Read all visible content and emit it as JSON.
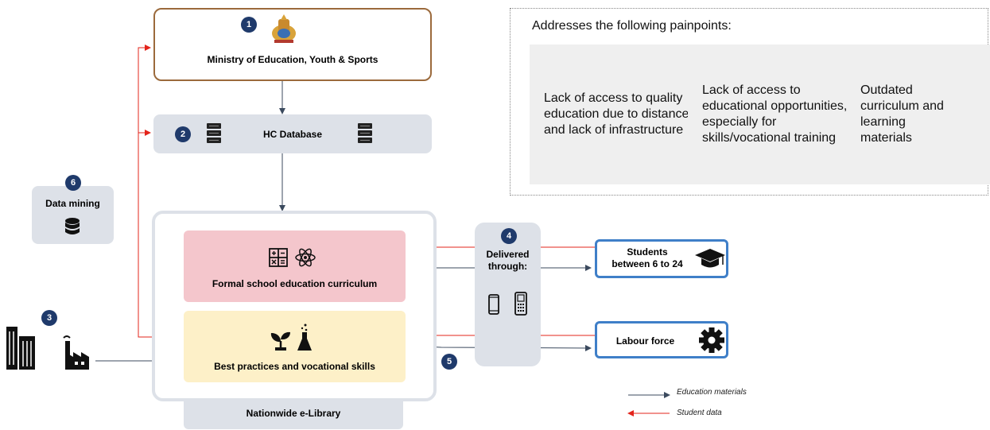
{
  "nodes": {
    "ministry": {
      "badge": "1",
      "label": "Ministry of Education, Youth & Sports"
    },
    "database": {
      "badge": "2",
      "label": "HC Database"
    },
    "industry": {
      "badge": "3"
    },
    "delivery": {
      "badge": "4",
      "label_line1": "Delivered",
      "label_line2": "through:"
    },
    "skills_flow": {
      "badge": "5"
    },
    "data_mining": {
      "badge": "6",
      "label": "Data mining"
    },
    "formal_curriculum": {
      "label": "Formal school education curriculum"
    },
    "best_practices": {
      "label": "Best practices and vocational skills"
    },
    "elibrary": {
      "label": "Nationwide e-Library"
    },
    "students": {
      "label_line1": "Students",
      "label_line2": "between 6 to 24"
    },
    "labour": {
      "label": "Labour force"
    }
  },
  "painpoints": {
    "title": "Addresses the following painpoints:",
    "items": [
      "Lack of access to quality education due to distance and lack of infrastructure",
      "Lack of access to educational opportunities, especially for skills/vocational training",
      "Outdated curriculum and learning materials"
    ]
  },
  "legend": {
    "education": {
      "label": "Education materials",
      "color": "#3b4a5e"
    },
    "student": {
      "label": "Student data",
      "color": "#e3241b"
    }
  },
  "colors": {
    "ministry_border": "#9b6a3c",
    "database_fill": "#dde1e8",
    "formal_fill": "#f4c6cc",
    "skills_fill": "#fdf0c8",
    "target_border": "#3f7fc8",
    "badge_fill": "#1f3a6b"
  },
  "icons": [
    "emblem-icon",
    "server-icon",
    "calculator-icon",
    "atom-icon",
    "plant-icon",
    "flask-icon",
    "database-icon",
    "building-icon",
    "factory-icon",
    "smartphone-icon",
    "feature-phone-icon",
    "graduation-cap-icon",
    "gear-icon"
  ]
}
